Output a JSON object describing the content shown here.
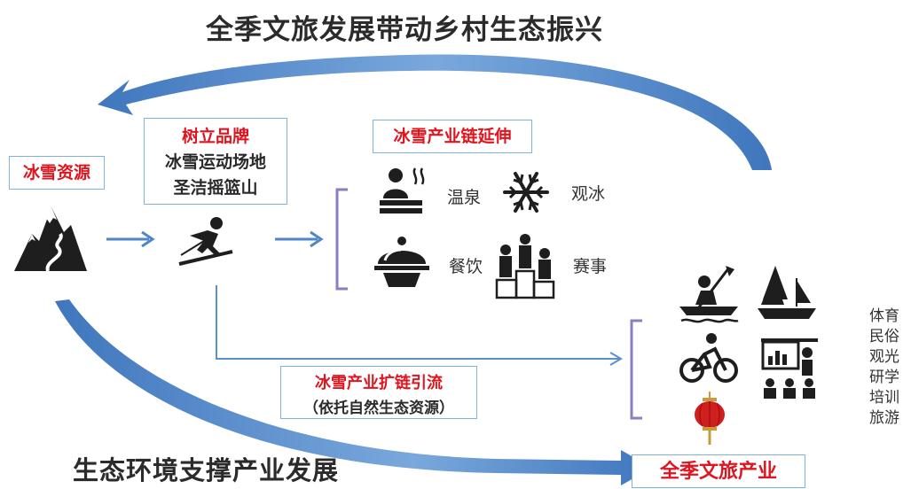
{
  "top_title": "全季文旅发展带动乡村生态振兴",
  "bottom_title": "生态环境支撑产业发展",
  "resource_box": "冰雪资源",
  "brand_box": {
    "title": "树立品牌",
    "line1": "冰雪运动场地",
    "line2": "圣洁摇篮山"
  },
  "chain_extend_box": "冰雪产业链延伸",
  "chain_items": [
    "温泉",
    "观冰",
    "餐饮",
    "赛事"
  ],
  "diversion_box": {
    "title": "冰雪产业扩链引流",
    "subtitle": "（依托自然生态资源）"
  },
  "industry_box": "全季文旅产业",
  "industry_list": [
    "体育",
    "民俗",
    "观光",
    "研学",
    "培训",
    "旅游"
  ],
  "colors": {
    "accent_red": "#e0141e",
    "arrow_blue": "#4f86c6",
    "box_border": "#7fb2dd",
    "bracket_purple": "#8a7fc0"
  }
}
